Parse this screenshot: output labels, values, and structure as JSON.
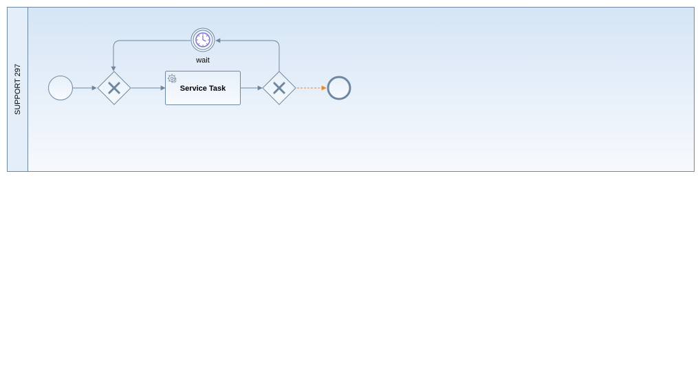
{
  "pool": {
    "lane_label": "SUPPORT 297"
  },
  "nodes": {
    "start_event": {
      "kind": "start-event"
    },
    "gateway_1": {
      "kind": "exclusive-gateway"
    },
    "service_task": {
      "kind": "service-task",
      "label": "Service Task",
      "icon": "gear-icon"
    },
    "gateway_2": {
      "kind": "exclusive-gateway"
    },
    "end_event": {
      "kind": "end-event"
    },
    "timer_event": {
      "kind": "intermediate-timer-event",
      "label": "wait",
      "icon": "clock-icon"
    }
  },
  "colors": {
    "lane_fill_top": "#d5e5f5",
    "lane_fill_bottom": "#f7f9fd",
    "stroke": "#6e87a0",
    "highlight_flow": "#e8892b",
    "timer_accent": "#7f6fcf"
  }
}
